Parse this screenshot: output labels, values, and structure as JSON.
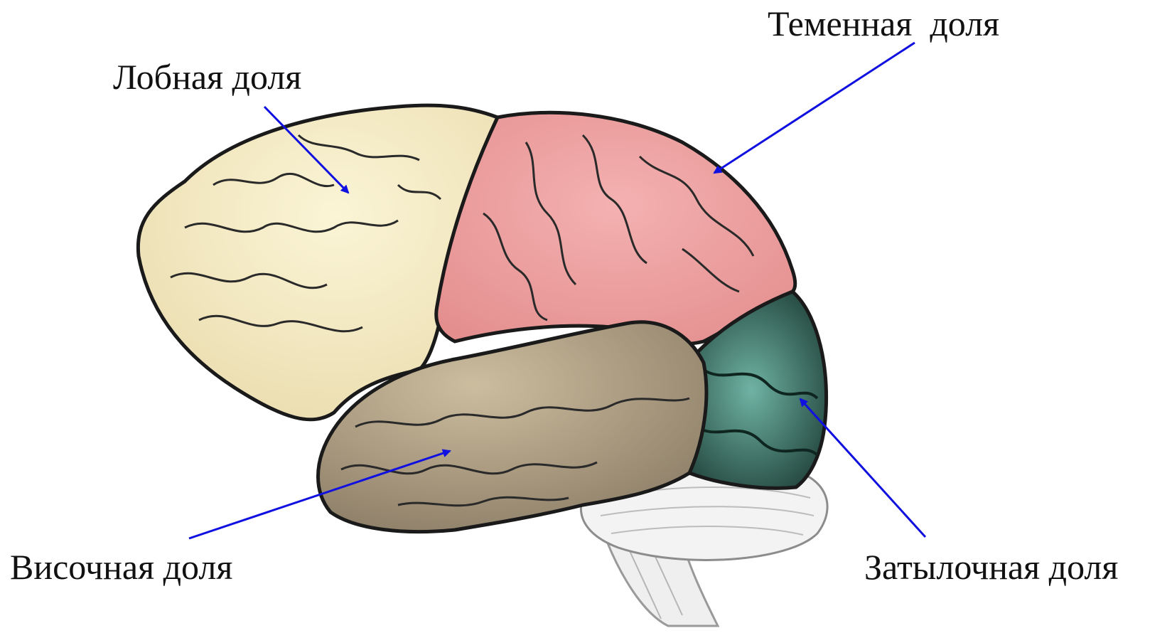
{
  "labels": {
    "frontal": "Лобная доля",
    "parietal": "Теменная  доля",
    "temporal": "Височная доля",
    "occipital": "Затылочная доля"
  },
  "colors": {
    "frontal_lobe": "#f7ecc0",
    "parietal_lobe": "#f0a0a0",
    "temporal_lobe": "#b7a78c",
    "occipital_lobe": "#4f8f7f",
    "cerebellum": "#f2f2f2",
    "arrow": "#1010e0",
    "outline": "#1a1a1a"
  }
}
